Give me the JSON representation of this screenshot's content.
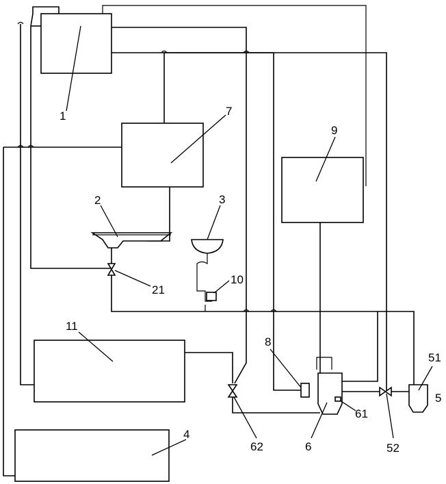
{
  "labels": {
    "unit_1": "1",
    "unit_2": "2",
    "unit_3": "3",
    "unit_4": "4",
    "unit_5": "5",
    "unit_51": "51",
    "unit_52": "52",
    "unit_6": "6",
    "unit_61": "61",
    "unit_62": "62",
    "unit_7": "7",
    "unit_8": "8",
    "unit_9": "9",
    "unit_10": "10",
    "unit_11": "11",
    "unit_21": "21"
  },
  "colors": {
    "line": "#000000",
    "background": "#ffffff"
  }
}
